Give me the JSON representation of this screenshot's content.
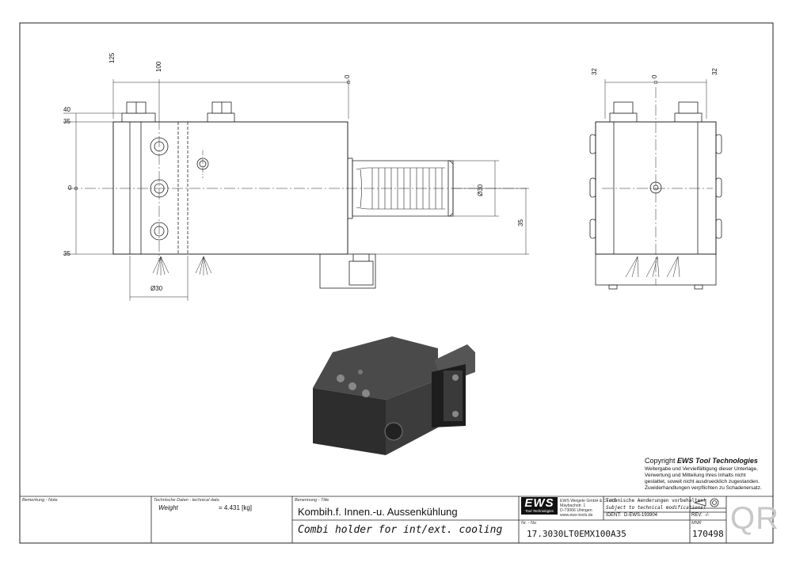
{
  "dimensions": {
    "front_top": [
      "125",
      "100",
      "0"
    ],
    "front_left": [
      "40",
      "35",
      "0",
      "35"
    ],
    "front_bore_dia": "Ø30",
    "front_shank_dia": "Ø30",
    "front_right_35": "35",
    "side_top": [
      "32",
      "0",
      "32"
    ]
  },
  "copyright": {
    "title_prefix": "Copyright ",
    "title_brand": "EWS Tool Technologies",
    "lines": [
      "Weitergabe und Vervielfältigung dieser Unterlage,",
      "Verwertung und Mitteilung ihres Inhalts nicht",
      "gestattet, soweit nicht ausdruecklich zugestanden.",
      "Zuwiderhandlungen verpflichten zu Schadenersatz."
    ]
  },
  "title_block": {
    "note_label": "Bemerkung - Note",
    "tech_label": "Technische Daten - technical data",
    "weight_label": "Weight",
    "weight_value": "= 4.431 [kg]",
    "title_label": "Benennung - Title",
    "title_de": "Kombih.f. Innen.-u. Aussenkühlung",
    "title_en": "Combi holder for int/ext. cooling",
    "logo_text": "EWS",
    "logo_sub": "Tool Technologies",
    "company_lines": [
      "EWS Weigele GmbH & Co. KG",
      "Maybachstr. 1",
      "D-73066 Uhingen",
      "www.ews-tools.de"
    ],
    "mod_de": "Technische Aenderungen vorbehalten!",
    "mod_en": "Subject to technical modifications!",
    "ident_label": "IDENT:",
    "ident_value": "D-EWS-193904",
    "rev_label": "REV:",
    "rev_value": "-/-",
    "nr_label": "Nr. - No",
    "part_no": "17.3030LT0EMX100A35",
    "mnr_label": "MNR",
    "mnr_value": "170498",
    "qr_text": "QR"
  }
}
